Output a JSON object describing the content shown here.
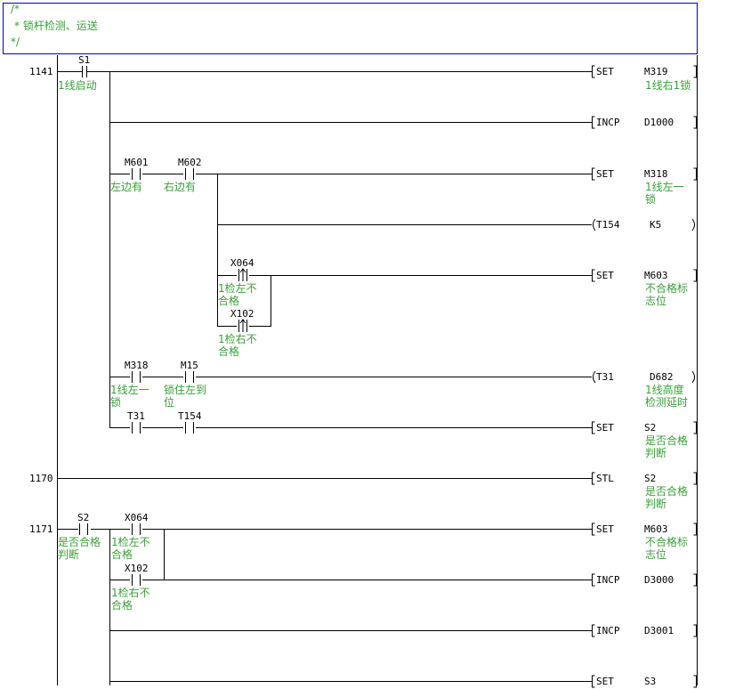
{
  "header_comment": {
    "line1": "/*",
    "line2": "*  锁杆检测、运送",
    "line3": "*/"
  },
  "contacts": {
    "s1": {
      "device": "S1",
      "comment": "1线启动"
    },
    "m601": {
      "device": "M601",
      "comment": "左边有"
    },
    "m602": {
      "device": "M602",
      "comment": "右边有"
    },
    "x064a": {
      "device": "X064",
      "comment1": "1检左不",
      "comment2": "合格"
    },
    "x102a": {
      "device": "X102",
      "comment1": "1检右不",
      "comment2": "合格"
    },
    "m318": {
      "device": "M318",
      "comment1": "1线左一",
      "comment2": "锁"
    },
    "m15": {
      "device": "M15",
      "comment1": "锁住左到",
      "comment2": "位"
    },
    "t31": {
      "device": "T31"
    },
    "t154": {
      "device": "T154"
    },
    "s2": {
      "device": "S2",
      "comment1": "是否合格",
      "comment2": "判断"
    },
    "x064b": {
      "device": "X064",
      "comment1": "1检左不",
      "comment2": "合格"
    },
    "x102b": {
      "device": "X102",
      "comment1": "1检右不",
      "comment2": "合格"
    }
  },
  "coils": {
    "c1": {
      "instr": "SET",
      "operand": "M319",
      "comment1": "1线右1锁"
    },
    "c2": {
      "instr": "INCP",
      "operand": "D1000"
    },
    "c3": {
      "instr": "SET",
      "operand": "M318",
      "comment1": "1线左一",
      "comment2": "锁"
    },
    "c4": {
      "instr": "T154",
      "operand": "K5"
    },
    "c5": {
      "instr": "SET",
      "operand": "M603",
      "comment1": "不合格标",
      "comment2": "志位"
    },
    "c6": {
      "instr": "T31",
      "operand": "D682",
      "comment1": "1线高度",
      "comment2": "检测延时"
    },
    "c7": {
      "instr": "SET",
      "operand": "S2",
      "comment1": "是否合格",
      "comment2": "判断"
    },
    "c8": {
      "instr": "STL",
      "operand": "S2",
      "comment1": "是否合格",
      "comment2": "判断"
    },
    "c9": {
      "instr": "SET",
      "operand": "M603",
      "comment1": "不合格标",
      "comment2": "志位"
    },
    "c10": {
      "instr": "INCP",
      "operand": "D3000"
    },
    "c11": {
      "instr": "INCP",
      "operand": "D3001"
    },
    "c12": {
      "instr": "SET",
      "operand": "S3"
    }
  },
  "step_numbers": {
    "s1141": "1141",
    "s1170": "1170",
    "s1171": "1171"
  }
}
